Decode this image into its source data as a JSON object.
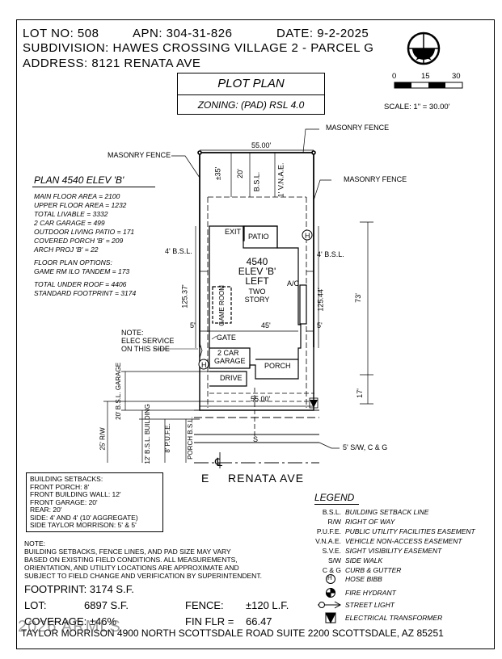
{
  "header": {
    "lot_no": "LOT NO: 508",
    "apn": "APN: 304-31-826",
    "date": "DATE: 9-2-2025",
    "subdivision": "SUBDIVISION: HAWES CROSSING VILLAGE 2 - PARCEL G",
    "address": "ADDRESS: 8121 RENATA AVE"
  },
  "title_box": {
    "title": "PLOT PLAN",
    "zoning": "ZONING: (PAD) RSL 4.0"
  },
  "scale": {
    "ticks": [
      "0",
      "15",
      "30"
    ],
    "label": "SCALE: 1\" = 30.00'"
  },
  "plan": {
    "title": "PLAN 4540 ELEV 'B'",
    "areas": [
      "MAIN FLOOR AREA = 2100",
      "UPPER FLOOR AREA = 1232",
      "TOTAL LIVABLE = 3332",
      "2 CAR GARAGE = 499",
      "OUTDOOR LIVING PATIO = 171",
      "COVERED PORCH 'B' = 209",
      "ARCH PROJ 'B' = 22"
    ],
    "options_title": "FLOOR PLAN OPTIONS:",
    "options": [
      "GAME RM ILO TANDEM = 173"
    ],
    "totals": [
      "TOTAL UNDER ROOF = 4406",
      "STANDARD FOOTPRINT = 3174"
    ]
  },
  "site": {
    "masonry_fence_left": "MASONRY FENCE",
    "masonry_fence_top": "MASONRY FENCE",
    "masonry_fence_right": "MASONRY FENCE",
    "dim_top_width": "55.00'",
    "dim_bottom_width": "55.00'",
    "dim_rear_35": "±35'",
    "bsl_20": "20'",
    "bsl_label": "B.S.L.",
    "vnae": "1' V.N.A.E.",
    "bsl_left": "4' B.S.L.",
    "bsl_right": "4' B.S.L.",
    "dim_left_depth": "125.37'",
    "dim_right_depth": "125.44'",
    "dim_73": "73'",
    "dim_17": "17'",
    "side_5_left": "5'",
    "side_5_right": "5'",
    "house_width": "45'",
    "exit": "EXIT",
    "patio": "PATIO",
    "house_line1": "4540",
    "house_line2": "ELEV 'B'",
    "house_line3": "LEFT",
    "house_line4": "TWO",
    "house_line5": "STORY",
    "game_room": "GAME ROOM",
    "ac": "A/C",
    "gate": "GATE",
    "garage_line1": "2 CAR",
    "garage_line2": "GARAGE",
    "porch": "PORCH",
    "drive": "DRIVE",
    "note_elec": [
      "NOTE:",
      "ELEC SERVICE",
      "ON THIS SIDE"
    ],
    "hose_bibb_symbol": "H",
    "bsl_20_garage": "20' B.S.L. GARAGE",
    "bsl_12_building": "12' B.S.L. BUILDING",
    "pufe_8": "8' P.U.F.E.",
    "porch_bsl": "PORCH B.S.L.",
    "rw_25": "25' R/W",
    "sidewalk": "5' S/W, C & G",
    "street_e": "E",
    "street_name": "RENATA AVE",
    "centerline_symbol": "℄",
    "s_mark": "S"
  },
  "setbacks": [
    "BUILDING SETBACKS:",
    "FRONT PORCH: 8'",
    "FRONT BUILDING WALL: 12'",
    "FRONT GARAGE: 20'",
    "REAR: 20'",
    "SIDE: 4' AND 4' (10' AGGREGATE)",
    "SIDE TAYLOR MORRISON: 5' & 5'"
  ],
  "note": [
    "NOTE:",
    "BUILDING SETBACKS, FENCE LINES, AND PAD SIZE MAY VARY",
    "BASED ON EXISTING FIELD CONDITIONS.  ALL MEASUREMENTS,",
    "ORIENTATION, AND UTILITY LOCATIONS ARE APPROXIMATE AND",
    "SUBJECT TO FIELD CHANGE AND VERIFICATION BY SUPERINTENDENT."
  ],
  "stats": {
    "footprint": "FOOTPRINT: 3174 S.F.",
    "lot_label": "LOT:",
    "lot_value": "6897 S.F.",
    "fence_label": "FENCE:",
    "fence_value": "±120 L.F.",
    "coverage": "COVERAGE: ±46%",
    "fin_flr_label": "FIN FLR =",
    "fin_flr_value": "66.47"
  },
  "legend": {
    "title": "LEGEND",
    "rows": [
      {
        "key": "B.S.L.",
        "value": "BUILDING SETBACK LINE"
      },
      {
        "key": "R/W",
        "value": "RIGHT OF WAY"
      },
      {
        "key": "P.U.F.E.",
        "value": "PUBLIC UTILITY FACILITIES EASEMENT"
      },
      {
        "key": "V.N.A.E.",
        "value": "VEHICLE NON-ACCESS EASEMENT"
      },
      {
        "key": "S.V.E.",
        "value": "SIGHT VISIBILITY EASEMENT"
      },
      {
        "key": "S/W",
        "value": "SIDE WALK"
      },
      {
        "key": "C & G",
        "value": "CURB & GUTTER"
      }
    ],
    "symbols": [
      {
        "icon": "hose-bibb-icon",
        "value": "HOSE BIBB"
      },
      {
        "icon": "fire-hydrant-icon",
        "value": "FIRE HYDRANT"
      },
      {
        "icon": "street-light-icon",
        "value": "STREET LIGHT"
      },
      {
        "icon": "electrical-transformer-icon",
        "value": "ELECTRICAL TRANSFORMER"
      }
    ]
  },
  "footer": "TAYLOR MORRISON 4900 NORTH SCOTTSDALE ROAD SUITE 2200 SCOTTSDALE, AZ  85251",
  "watermark": "2026 ARMLS"
}
